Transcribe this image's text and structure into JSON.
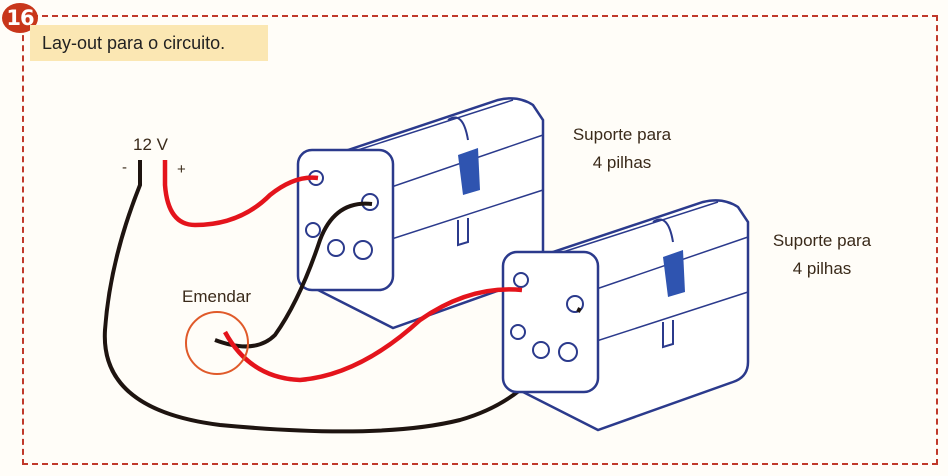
{
  "step_number": "16",
  "caption": "Lay-out para o circuito.",
  "labels": {
    "voltage": "12 V",
    "minus": "-",
    "plus": "+",
    "splice": "Emendar",
    "holder1_line1": "Suporte para",
    "holder1_line2": "4 pilhas",
    "holder2_line1": "Suporte para",
    "holder2_line2": "4 pilhas"
  },
  "colors": {
    "frame": "#c0392b",
    "red_wire": "#e4141c",
    "black_wire": "#1e1410",
    "holder_outline": "#2b3a8c",
    "label_fill": "#2f54b0"
  }
}
